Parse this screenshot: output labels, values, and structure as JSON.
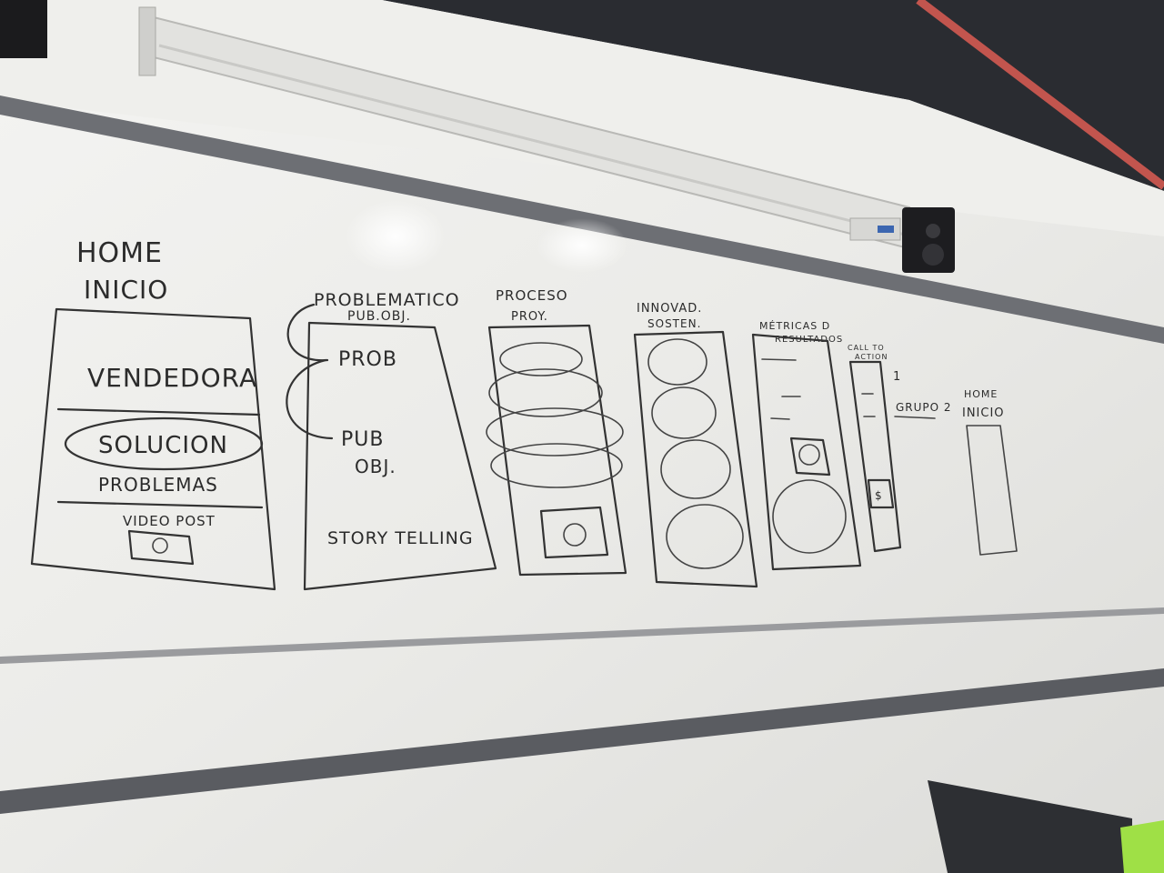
{
  "whiteboard": {
    "frame1": {
      "title_line1": "HOME",
      "title_line2": "INICIO",
      "label_vendedora": "VENDEDORA",
      "label_solucion": "SOLUCION",
      "label_problemas": "PROBLEMAS",
      "label_video": "VIDEO POST"
    },
    "frame2": {
      "title_line1": "PROBLEMATICO",
      "title_line2": "PUB.OBJ.",
      "label_prob": "PROB",
      "label_pub": "PUB",
      "label_obj": "OBJ.",
      "label_story": "STORY TELLING"
    },
    "frame3": {
      "title_line1": "PROCESO",
      "title_line2": "PROY."
    },
    "frame4": {
      "title_line1": "INNOVAD.",
      "title_line2": "SOSTEN."
    },
    "frame5": {
      "title_line1": "MÉTRICAS D",
      "title_line2": "RESULTADOS"
    },
    "frame6": {
      "title_line1": "CALL TO",
      "title_line2": "ACTION",
      "dollar": "$"
    },
    "group": {
      "number": "1",
      "label": "GRUPO 2"
    },
    "frame7": {
      "title_line1": "HOME",
      "title_line2": "INICIO"
    }
  }
}
